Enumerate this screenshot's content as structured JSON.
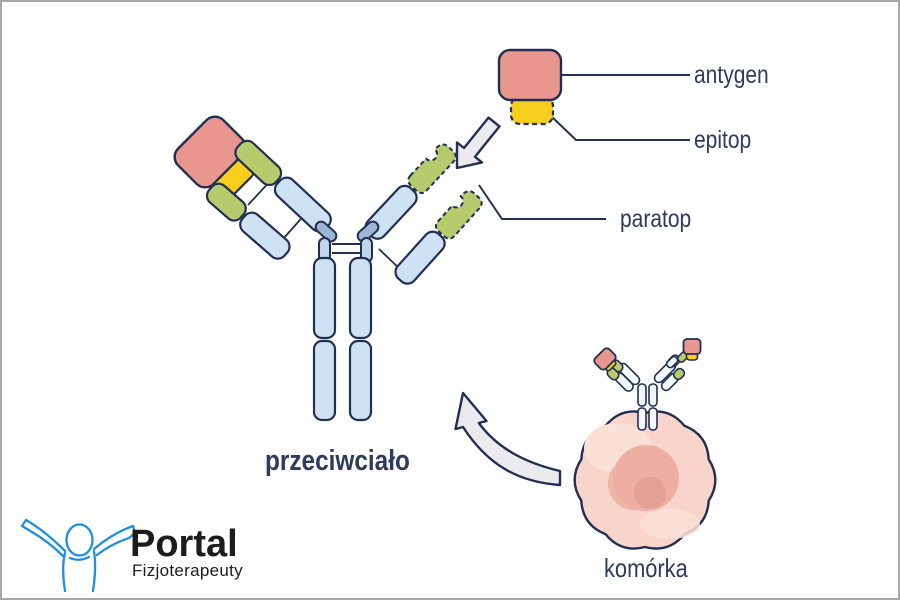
{
  "labels": {
    "antygen": "antygen",
    "epitop": "epitop",
    "paratop": "paratop",
    "przeciwcialo": "przeciwciało",
    "komorka": "komórka"
  },
  "logo": {
    "title": "Portal",
    "subtitle": "Fizjoterapeuty"
  },
  "colors": {
    "ink": "#222f54",
    "text": "#2f3a5f",
    "blue": "#cfe2f3",
    "blue_dark": "#9db6d6",
    "hinge": "#c2d6ea",
    "green": "#b6cc6c",
    "yellow": "#f8ce1d",
    "pink": "#e9968e",
    "cell_body": "#f8d4ca",
    "cell_light": "#fbe0d8",
    "nucleus": "#efaea3",
    "nucleus_shadow": "#e8a79b",
    "nucleolus": "#e3a095",
    "arrow_fill": "#ebebee",
    "logo_blue": "#1f8fe1",
    "logo_black": "#1c1c1c",
    "frame_border": "#a8a8a8"
  }
}
